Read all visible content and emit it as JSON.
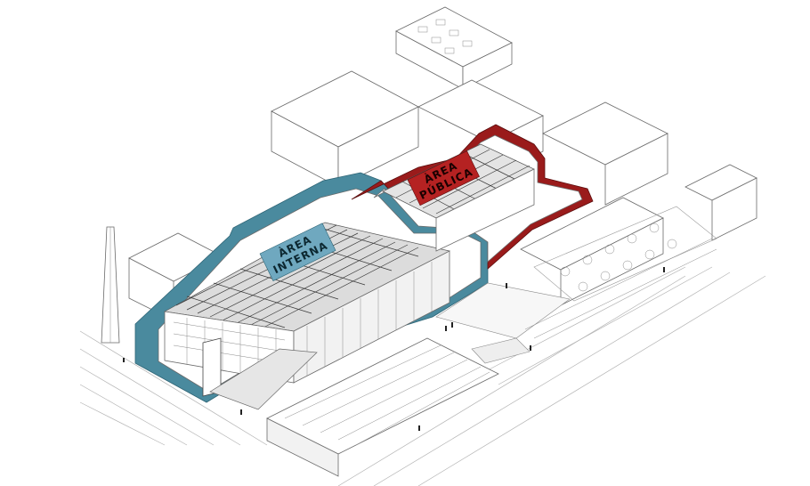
{
  "labels": {
    "internal_area": [
      "ÀREA",
      "INTERNA"
    ],
    "public_area": [
      "ÀREA",
      "PÚBLICA"
    ]
  },
  "colors": {
    "internal_outline": "#4a8a9e",
    "internal_tag": "#6fa8bf",
    "public_outline": "#9a1b1b",
    "public_tag": "#b52222",
    "linework": "#6a6a6a"
  }
}
